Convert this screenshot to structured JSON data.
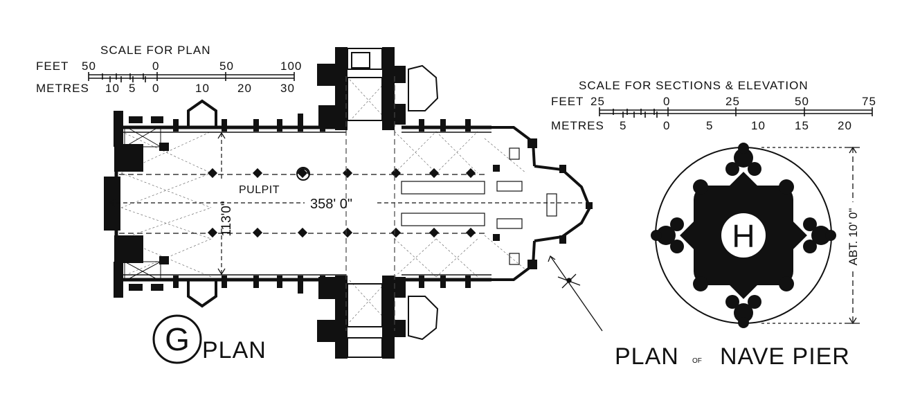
{
  "plan_scale": {
    "title": "SCALE FOR PLAN",
    "feet_label": "FEET",
    "feet_ticks": [
      "50",
      "0",
      "50",
      "100"
    ],
    "metres_label": "METRES",
    "metres_ticks": [
      "10",
      "5",
      "0",
      "10",
      "20",
      "30"
    ]
  },
  "section_scale": {
    "title": "SCALE FOR SECTIONS & ELEVATION",
    "feet_label": "FEET",
    "feet_ticks": [
      "25",
      "0",
      "25",
      "50",
      "75"
    ],
    "metres_label": "METRES",
    "metres_ticks": [
      "5",
      "0",
      "5",
      "10",
      "15",
      "20"
    ]
  },
  "plan": {
    "letter": "G",
    "caption": "PLAN",
    "pulpit_label": "PULPIT",
    "width_dim": "113'0\"",
    "length_dim": "358' 0\""
  },
  "pier": {
    "caption_left": "PLAN",
    "caption_of": "OF",
    "caption_right": "NAVE PIER",
    "letter": "H",
    "dim": "ABT. 10' 0\""
  },
  "colors": {
    "ink": "#111111",
    "paper": "#ffffff"
  }
}
